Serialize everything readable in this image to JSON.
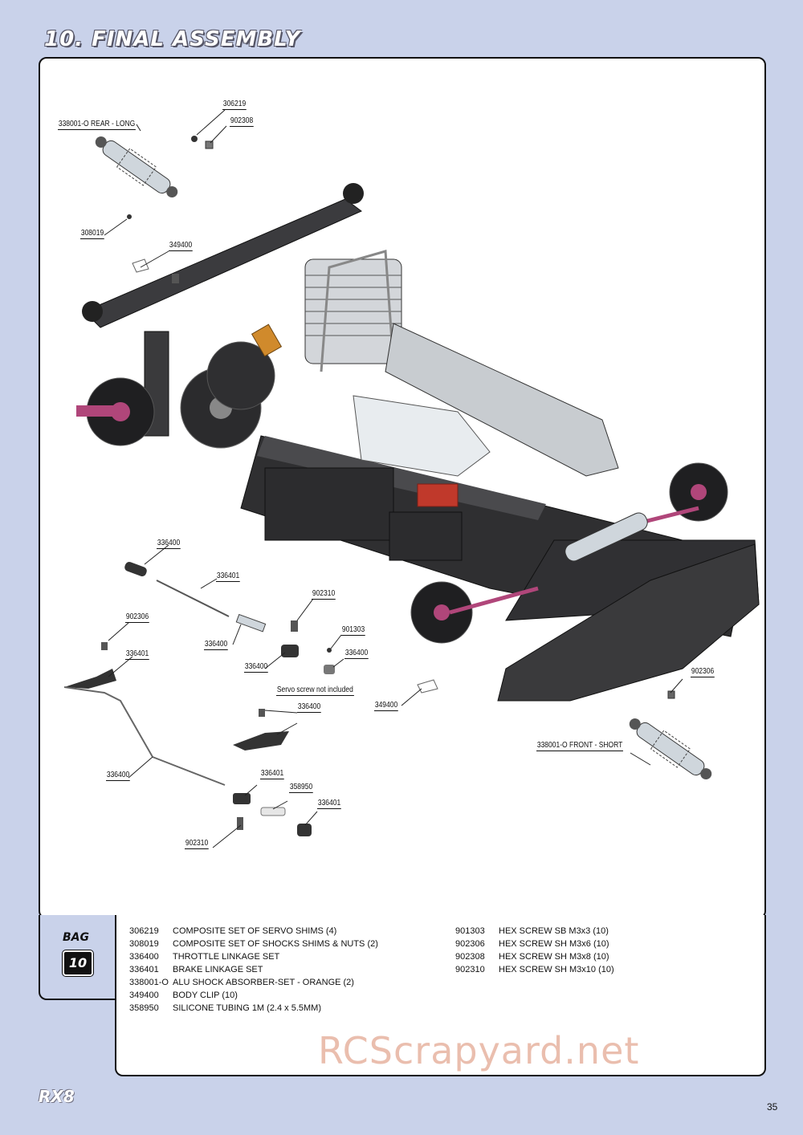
{
  "page": {
    "title": "10. FINAL ASSEMBLY",
    "footer_logo": "RX8",
    "page_number": "35",
    "watermark": "RCScrapyard.net"
  },
  "bag": {
    "label": "BAG",
    "number": "10"
  },
  "callouts": {
    "shock_rear": "338001-O REAR - LONG",
    "c306219": "306219",
    "c902308": "902308",
    "c308019": "308019",
    "c349400_top": "349400",
    "c336400_a": "336400",
    "c336401_a": "336401",
    "c902310_a": "902310",
    "c902306_a": "902306",
    "c336401_b": "336401",
    "c336400_b": "336400",
    "c901303": "901303",
    "c336400_c": "336400",
    "c336400_d": "336400",
    "servo_note": "Servo screw not included",
    "c336400_e": "336400",
    "c349400_mid": "349400",
    "c902306_b": "902306",
    "shock_front": "338001-O FRONT - SHORT",
    "c336400_f": "336400",
    "c336401_c": "336401",
    "c358950": "358950",
    "c336401_d": "336401",
    "c902310_b": "902310"
  },
  "parts_left": [
    {
      "no": "306219",
      "desc": "COMPOSITE SET OF SERVO SHIMS (4)"
    },
    {
      "no": "308019",
      "desc": "COMPOSITE SET OF SHOCKS SHIMS & NUTS (2)"
    },
    {
      "no": "336400",
      "desc": "THROTTLE LINKAGE SET"
    },
    {
      "no": "336401",
      "desc": "BRAKE LINKAGE SET"
    },
    {
      "no": "338001-O",
      "desc": "ALU SHOCK ABSORBER-SET - ORANGE (2)"
    },
    {
      "no": "349400",
      "desc": "BODY CLIP (10)"
    },
    {
      "no": "358950",
      "desc": "SILICONE TUBING 1M (2.4 x 5.5MM)"
    }
  ],
  "parts_right": [
    {
      "no": "901303",
      "desc": "HEX SCREW SB M3x3  (10)"
    },
    {
      "no": "902306",
      "desc": "HEX SCREW SH M3x6  (10)"
    },
    {
      "no": "902308",
      "desc": "HEX SCREW SH M3x8  (10)"
    },
    {
      "no": "902310",
      "desc": "HEX SCREW SH M3x10  (10)"
    }
  ],
  "colors": {
    "page_bg": "#c9d2ea",
    "chassis_dark": "#3a3a3c",
    "accent_pink": "#b0467a",
    "accent_red": "#c0392b",
    "accent_orange": "#d08a2c"
  }
}
